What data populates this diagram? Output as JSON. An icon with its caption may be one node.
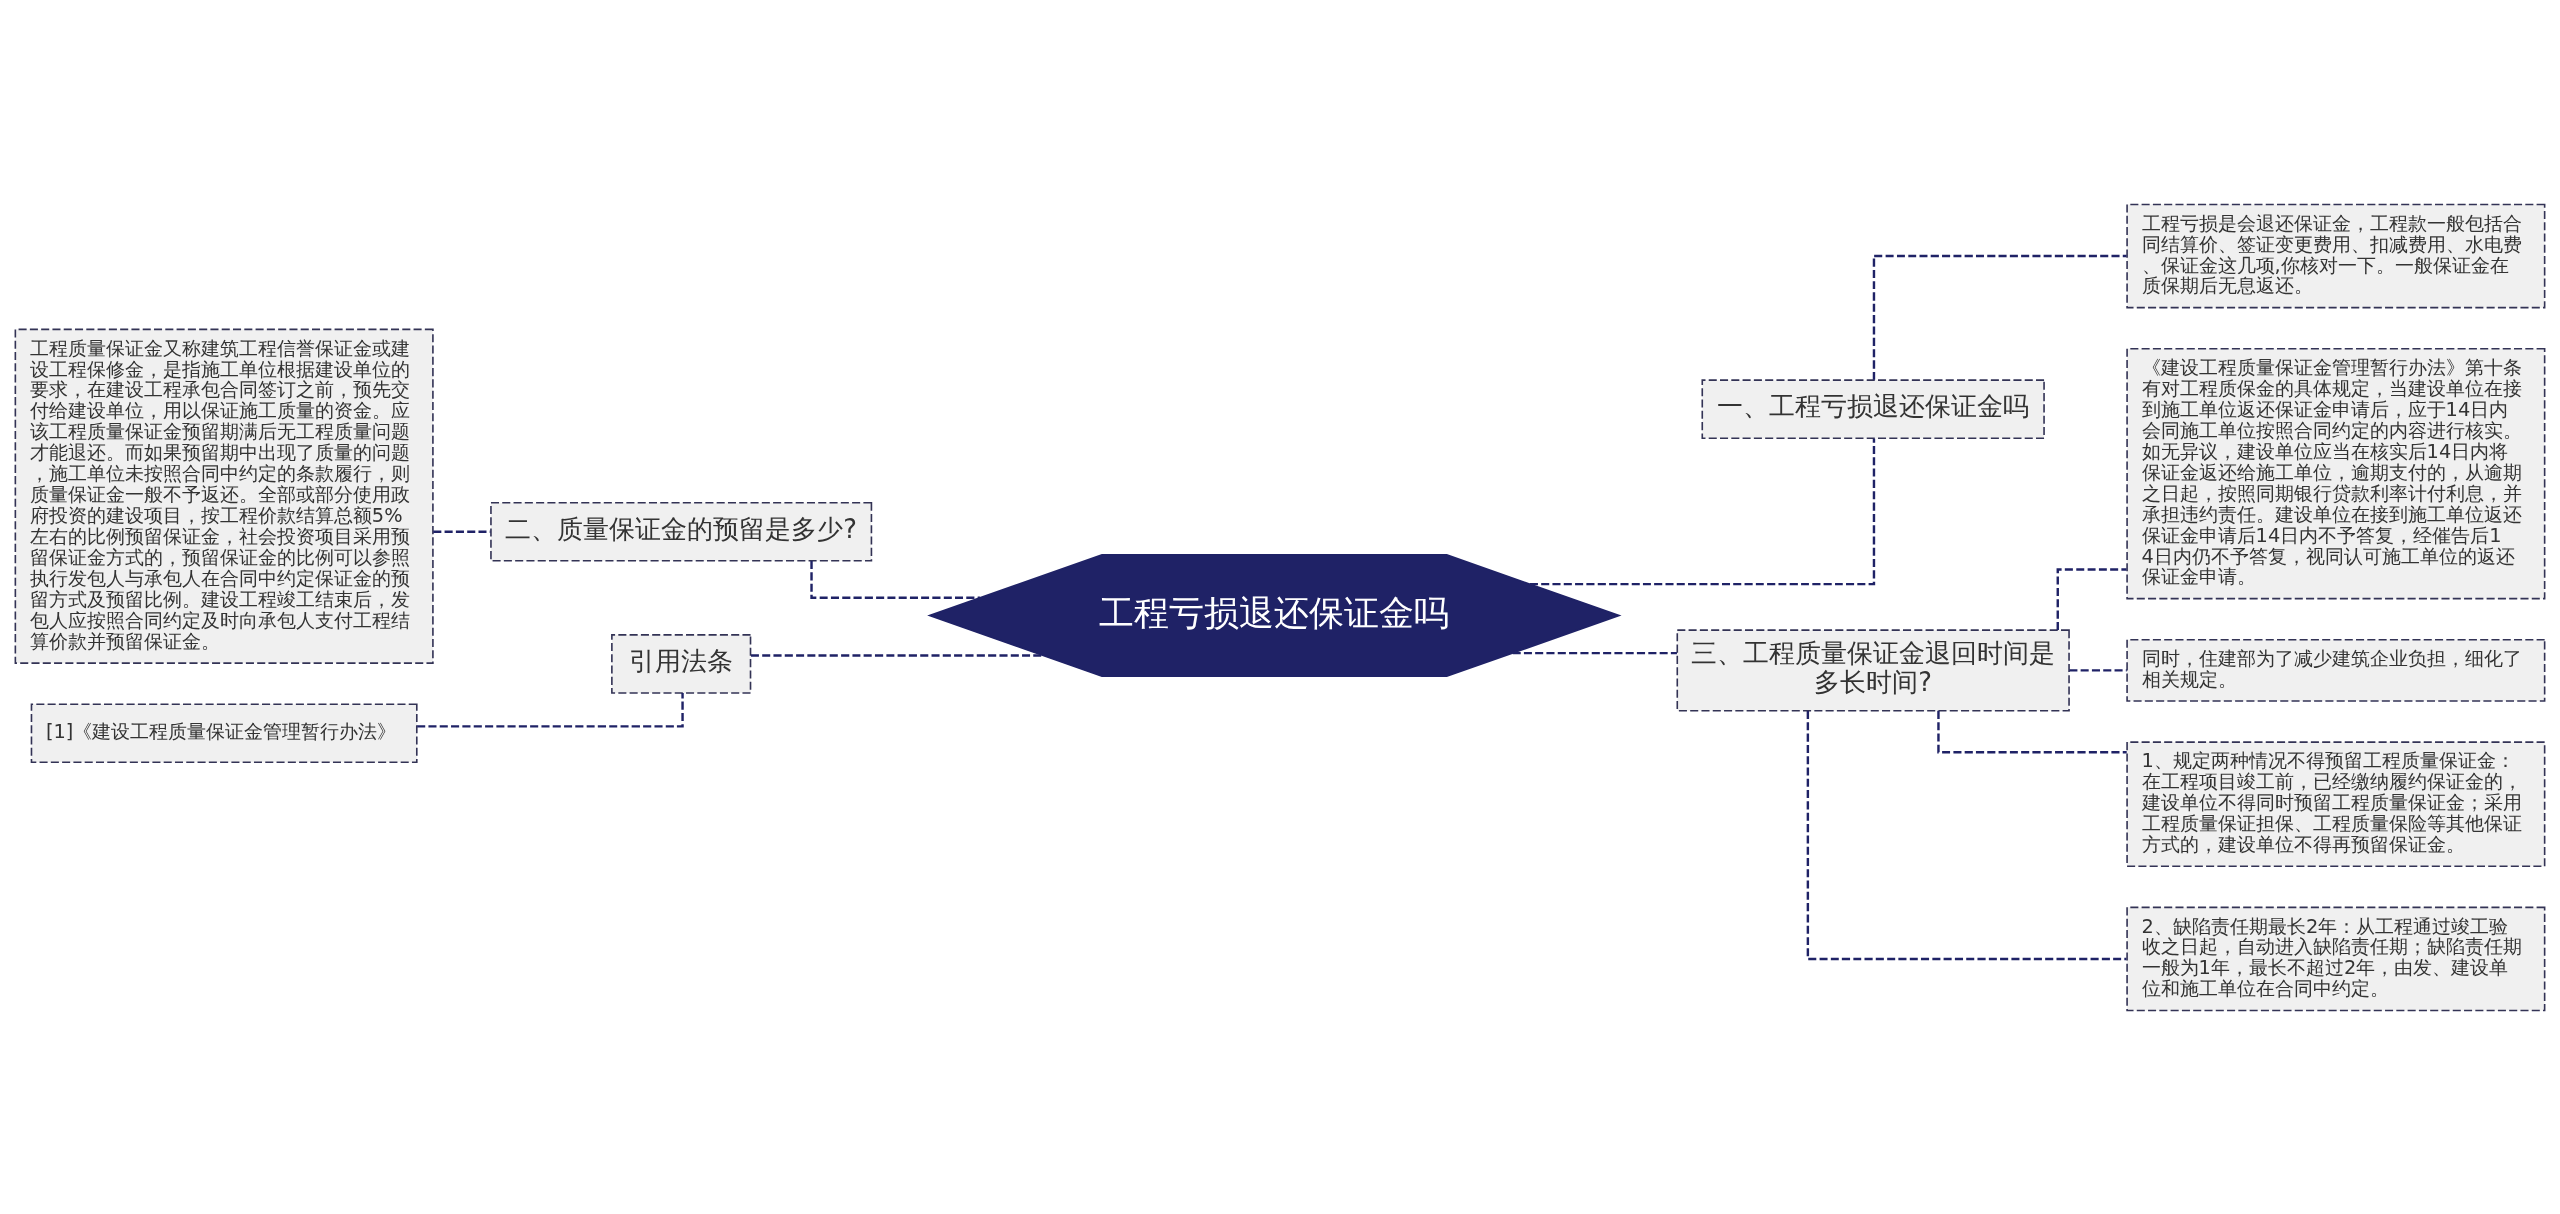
{
  "diagram": {
    "nodes": [
      {
        "text": [
          "工程亏损退还保证金吗"
        ]
      },
      {
        "text": [
          "一、工程亏损退还保证金吗"
        ]
      },
      {
        "text": [
          "工程亏损是会退还保证金，工程款一般包括合同结算价、签证变更费用、扣减费用、水电费、保证金这几项,你核对一下。一般保证金在质保期后无息返还。"
        ]
      },
      {
        "text": [
          "三、工程质量保证金退回时间是多长时间?"
        ]
      },
      {
        "text": [
          "《建设工程质量保证金管理暂行办法》第十条有对工程质保金的具体规定，当建设单位在接到施工单位返还保证金申请后，应于14日内会同施工单位按照合同约定的内容进行核实。如无异议，建设单位应当在核实后14日内将保证金返还给施工单位，逾期支付的，从逾期之日起，按照同期银行贷款利率计付利息，并承担违约责任。建设单位在接到施工单位返还保证金申请后14日内不予答复，经催告后14日内仍不予答复，视同认可施工单位的返还保证金申请。"
        ]
      },
      {
        "text": [
          "同时，住建部为了减少建筑企业负担，细化了相关规定。"
        ]
      },
      {
        "text": [
          "1、规定两种情况不得预留工程质量保证金：在工程项目竣工前，已经缴纳履约保证金的，建设单位不得同时预留工程质量保证金；采用工程质量保证担保、工程质量保险等其他保证方式的，建设单位不得再预留保证金。"
        ]
      },
      {
        "text": [
          "2、缺陷责任期最长2年：从工程通过竣工验收之日起，自动进入缺陷责任期；缺陷责任期一般为1年，最长不超过2年，由发、建设单位和施工单位在合同中约定。"
        ]
      },
      {
        "text": [
          "二、质量保证金的预留是多少?"
        ]
      },
      {
        "text": [
          "工程质量保证金又称建筑工程信誉保证金或建设工程保修金，是指施工单位根据建设单位的要求，在建设工程承包合同签订之前，预先交付给建设单位，用以保证施工质量的资金。应该工程质量保证金预留期满后无工程质量问题才能退还。而如果预留期中出现了质量的问题，施工单位未按照合同中约定的条款履行，则质量保证金一般不予返还。全部或部分使用政府投资的建设项目，按工程价款结算总额5%左右的比例预留保证金，社会投资项目采用预留保证金方式的，预留保证金的比例可以参照执行发包人与承包人在合同中约定保证金的预留方式及预留比例。建设工程竣工结束后，发包人应按照合同约定及时向承包人支付工程结算价款并预留保证金。"
        ]
      },
      {
        "text": [
          "引用法条"
        ]
      },
      {
        "text": [
          "[1]《建设工程质量保证金管理暂行办法》"
        ]
      }
    ],
    "edges": [
      {
        "from": 0,
        "to": 1,
        "arrow": "none",
        "style": "dashed"
      },
      {
        "from": 1,
        "to": 2,
        "arrow": "none",
        "style": "dashed"
      },
      {
        "from": 0,
        "to": 3,
        "arrow": "none",
        "style": "dashed"
      },
      {
        "from": 3,
        "to": 4,
        "arrow": "none",
        "style": "dashed"
      },
      {
        "from": 3,
        "to": 5,
        "arrow": "none",
        "style": "dashed"
      },
      {
        "from": 3,
        "to": 6,
        "arrow": "none",
        "style": "dashed"
      },
      {
        "from": 3,
        "to": 7,
        "arrow": "none",
        "style": "dashed"
      },
      {
        "from": 8,
        "to": 0,
        "arrow": "none",
        "style": "dashed"
      },
      {
        "from": 9,
        "to": 8,
        "arrow": "none",
        "style": "dashed"
      },
      {
        "from": 10,
        "to": 0,
        "arrow": "none",
        "style": "dashed"
      },
      {
        "from": 11,
        "to": 10,
        "arrow": "none",
        "style": "dashed"
      }
    ]
  }
}
